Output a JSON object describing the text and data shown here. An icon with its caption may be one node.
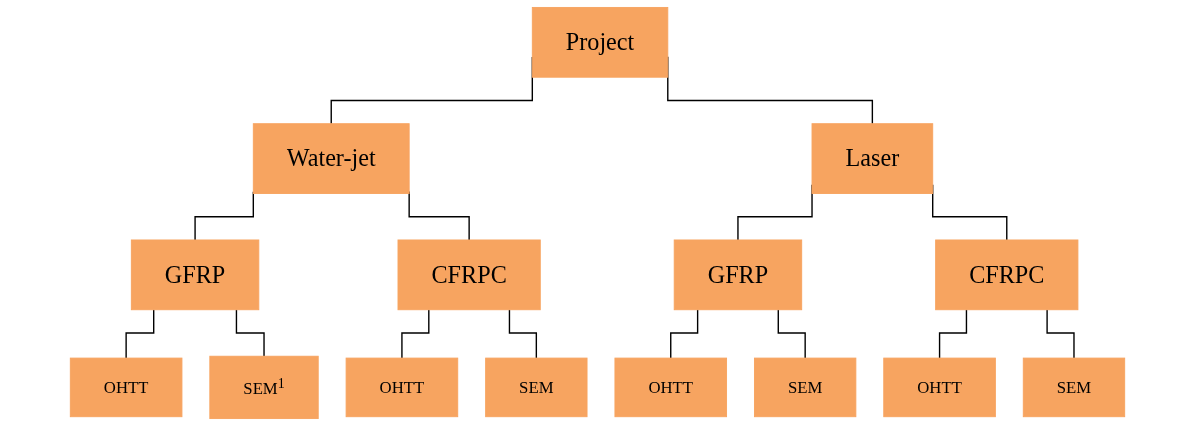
{
  "diagram": {
    "nodes": [
      {
        "text": [
          "Project"
        ]
      },
      {
        "text": [
          "Water-jet"
        ]
      },
      {
        "text": [
          "Laser"
        ]
      },
      {
        "text": [
          "GFRP"
        ]
      },
      {
        "text": [
          "CFRPC"
        ]
      },
      {
        "text": [
          "GFRP"
        ]
      },
      {
        "text": [
          "CFRPC"
        ]
      },
      {
        "text": [
          "OHTT"
        ]
      },
      {
        "text": [
          "SEM$^{1}$"
        ]
      },
      {
        "text": [
          "OHTT"
        ]
      },
      {
        "text": [
          "SEM"
        ]
      },
      {
        "text": [
          "OHTT"
        ]
      },
      {
        "text": [
          "SEM"
        ]
      },
      {
        "text": [
          "OHTT"
        ]
      },
      {
        "text": [
          "SEM"
        ]
      }
    ],
    "edges": [
      {
        "from": 0,
        "to": 1,
        "arrow": "none"
      },
      {
        "from": 0,
        "to": 2,
        "arrow": "none"
      },
      {
        "from": 1,
        "to": 3,
        "arrow": "none"
      },
      {
        "from": 1,
        "to": 4,
        "arrow": "none"
      },
      {
        "from": 2,
        "to": 5,
        "arrow": "none"
      },
      {
        "from": 2,
        "to": 6,
        "arrow": "none"
      },
      {
        "from": 3,
        "to": 7,
        "arrow": "none"
      },
      {
        "from": 3,
        "to": 8,
        "arrow": "none"
      },
      {
        "from": 4,
        "to": 9,
        "arrow": "none"
      },
      {
        "from": 4,
        "to": 10,
        "arrow": "none"
      },
      {
        "from": 5,
        "to": 11,
        "arrow": "none"
      },
      {
        "from": 5,
        "to": 12,
        "arrow": "none"
      },
      {
        "from": 6,
        "to": 13,
        "arrow": "none"
      },
      {
        "from": 6,
        "to": 14,
        "arrow": "none"
      }
    ]
  }
}
